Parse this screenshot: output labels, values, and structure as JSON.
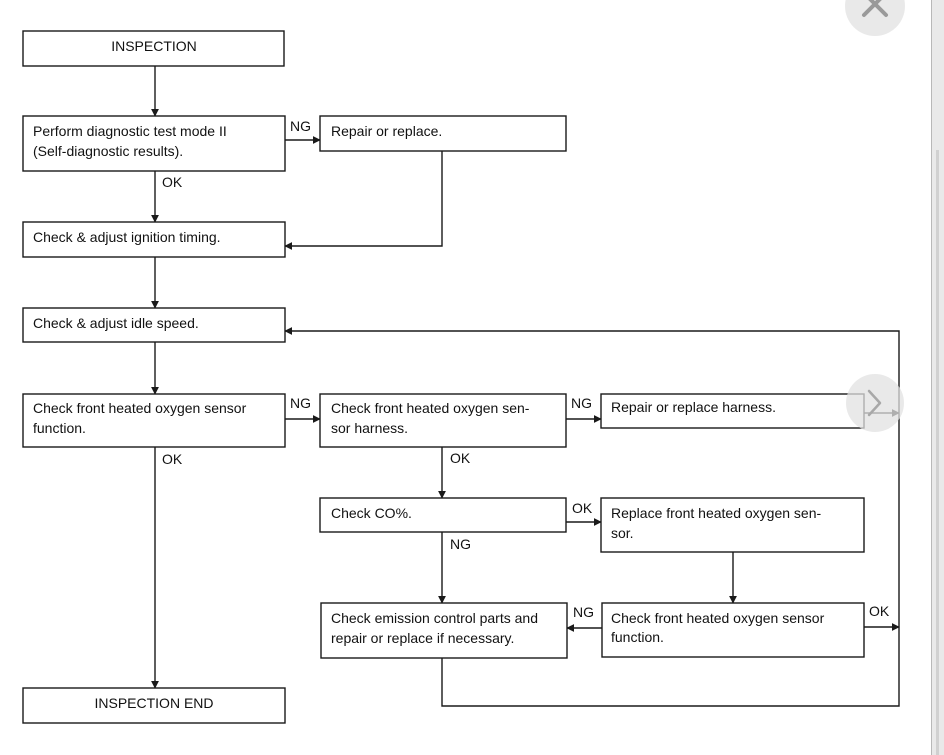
{
  "flowchart": {
    "nodes": {
      "inspection": [
        "INSPECTION"
      ],
      "diag_test": [
        "Perform diagnostic test mode II",
        "(Self-diagnostic results)."
      ],
      "repair1": [
        "Repair or replace."
      ],
      "ign_timing": [
        "Check & adjust ignition timing."
      ],
      "idle_speed": [
        "Check & adjust idle speed."
      ],
      "o2_function": [
        "Check front heated oxygen sensor",
        "function."
      ],
      "o2_harness": [
        "Check front heated oxygen sen-",
        "sor harness."
      ],
      "repair_harness": [
        "Repair or replace harness."
      ],
      "co_check": [
        "Check CO%."
      ],
      "replace_o2": [
        "Replace front heated oxygen sen-",
        "sor."
      ],
      "emission": [
        "Check emission control parts and",
        "repair or replace if necessary."
      ],
      "o2_function2": [
        "Check front heated oxygen sensor",
        "function."
      ],
      "inspection_end": [
        "INSPECTION END"
      ]
    },
    "edge_labels": {
      "diag_ng": "NG",
      "diag_ok": "OK",
      "o2_ng": "NG",
      "o2_ok": "OK",
      "harness_ng": "NG",
      "harness_ok": "OK",
      "co_ok": "OK",
      "co_ng": "NG",
      "func2_ng": "NG",
      "func2_ok": "OK"
    }
  },
  "viewer": {
    "close_icon": "close-icon",
    "next_icon": "chevron-right-icon"
  }
}
